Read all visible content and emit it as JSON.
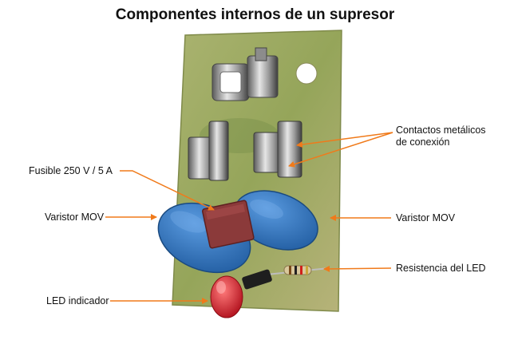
{
  "title": "Componentes internos de un supresor",
  "labels": {
    "contacts_line1": "Contactos metálicos",
    "contacts_line2": "de conexión",
    "fuse": "Fusible 250 V / 5 A",
    "varistor_left": "Varistor MOV",
    "varistor_right": "Varistor MOV",
    "resistor": "Resistencia del LED",
    "led": "LED indicador"
  },
  "colors": {
    "arrow": "#f07a1a",
    "board": "#9aa862",
    "varistor": "#2f72b8",
    "fuse": "#8b3a3a",
    "led": "#d8202a"
  }
}
